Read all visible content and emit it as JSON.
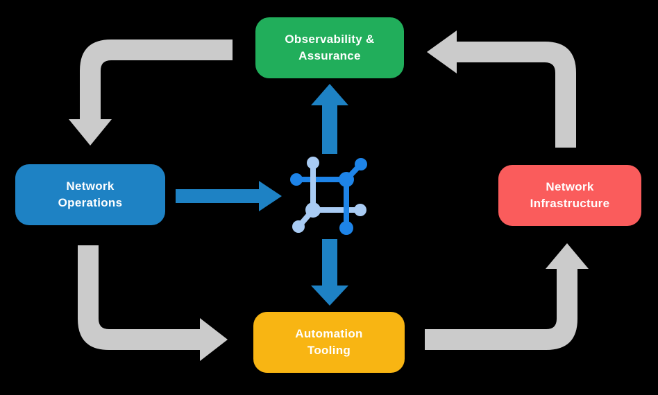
{
  "diagram": {
    "title": "network lifecycle diagram",
    "colors": {
      "background": "#000000",
      "cycle_arrow": "#CBCBCB",
      "hub_arrow": "#1E82C4",
      "node_observability": "#21AE5B",
      "node_operations": "#1E82C4",
      "node_infrastructure": "#FA5C5C",
      "node_automation": "#F8B513",
      "icon_dark": "#1E84E8",
      "icon_light": "#A9CBF3",
      "node_text": "#FFFFFF"
    },
    "nodes": [
      {
        "id": "observability",
        "lines": [
          "Observability &",
          "Assurance"
        ]
      },
      {
        "id": "operations",
        "lines": [
          "Network",
          "Operations"
        ]
      },
      {
        "id": "infrastructure",
        "lines": [
          "Network",
          "Infrastructure"
        ]
      },
      {
        "id": "automation",
        "lines": [
          "Automation",
          "Tooling"
        ]
      }
    ],
    "center_icon": "network-mesh-icon",
    "arrows": {
      "cycle": [
        {
          "from": "observability",
          "to": "operations"
        },
        {
          "from": "operations",
          "to": "automation"
        },
        {
          "from": "automation",
          "to": "infrastructure"
        },
        {
          "from": "infrastructure",
          "to": "observability"
        }
      ],
      "hub": [
        {
          "from": "operations",
          "to": "center"
        },
        {
          "from": "center",
          "to": "observability"
        },
        {
          "from": "center",
          "to": "automation"
        }
      ]
    }
  }
}
